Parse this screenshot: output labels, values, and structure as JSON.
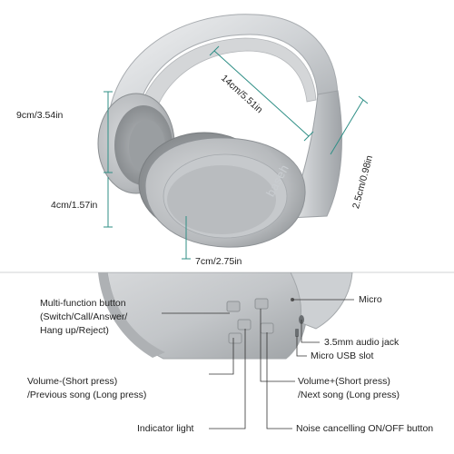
{
  "brand": "baseh",
  "dimensions": {
    "headband_span": "14cm/5.51in",
    "height": "9cm/3.54in",
    "earcup_depth": "4cm/1.57in",
    "earcup_width": "7cm/2.75in",
    "band_thickness": "2.5cm/0.98in"
  },
  "callouts": {
    "multifunction": [
      "Multi-function button",
      "(Switch/Call/Answer/",
      "Hang up/Reject)"
    ],
    "volume_minus": [
      "Volume-(Short press)",
      "/Previous song (Long press)"
    ],
    "indicator": "Indicator light",
    "micro": "Micro",
    "audio_jack": "3.5mm audio jack",
    "usb": "Micro USB slot",
    "volume_plus": [
      "Volume+(Short press)",
      "/Next song (Long press)"
    ],
    "noise_cancel": "Noise cancelling ON/OFF button"
  },
  "colors": {
    "silver": "#c9ccd0",
    "pad_gray": "#a9acaf",
    "line_green": "#2f8f86",
    "line_dark": "#333333"
  }
}
